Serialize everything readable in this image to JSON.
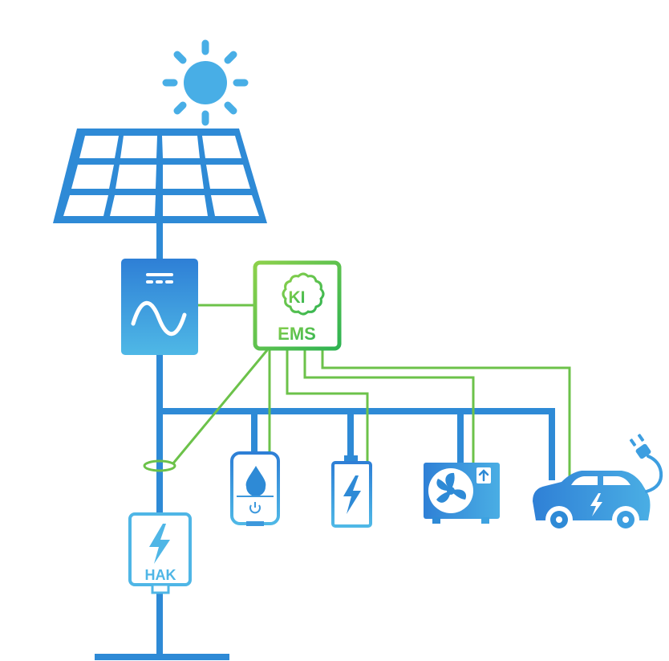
{
  "ems": {
    "line1": "KI",
    "line2": "EMS"
  },
  "meter": {
    "label": "HAK"
  },
  "colors": {
    "blue": "#2e8ad6",
    "blue_light": "#4fb6e6",
    "green": "#6cc24a",
    "green_dark": "#3ab34a"
  },
  "components": [
    {
      "name": "sun-icon"
    },
    {
      "name": "solar-panel"
    },
    {
      "name": "inverter"
    },
    {
      "name": "ems-controller"
    },
    {
      "name": "current-sensor"
    },
    {
      "name": "house-connection-box"
    },
    {
      "name": "water-heater"
    },
    {
      "name": "battery-storage"
    },
    {
      "name": "heat-pump"
    },
    {
      "name": "electric-car"
    }
  ]
}
